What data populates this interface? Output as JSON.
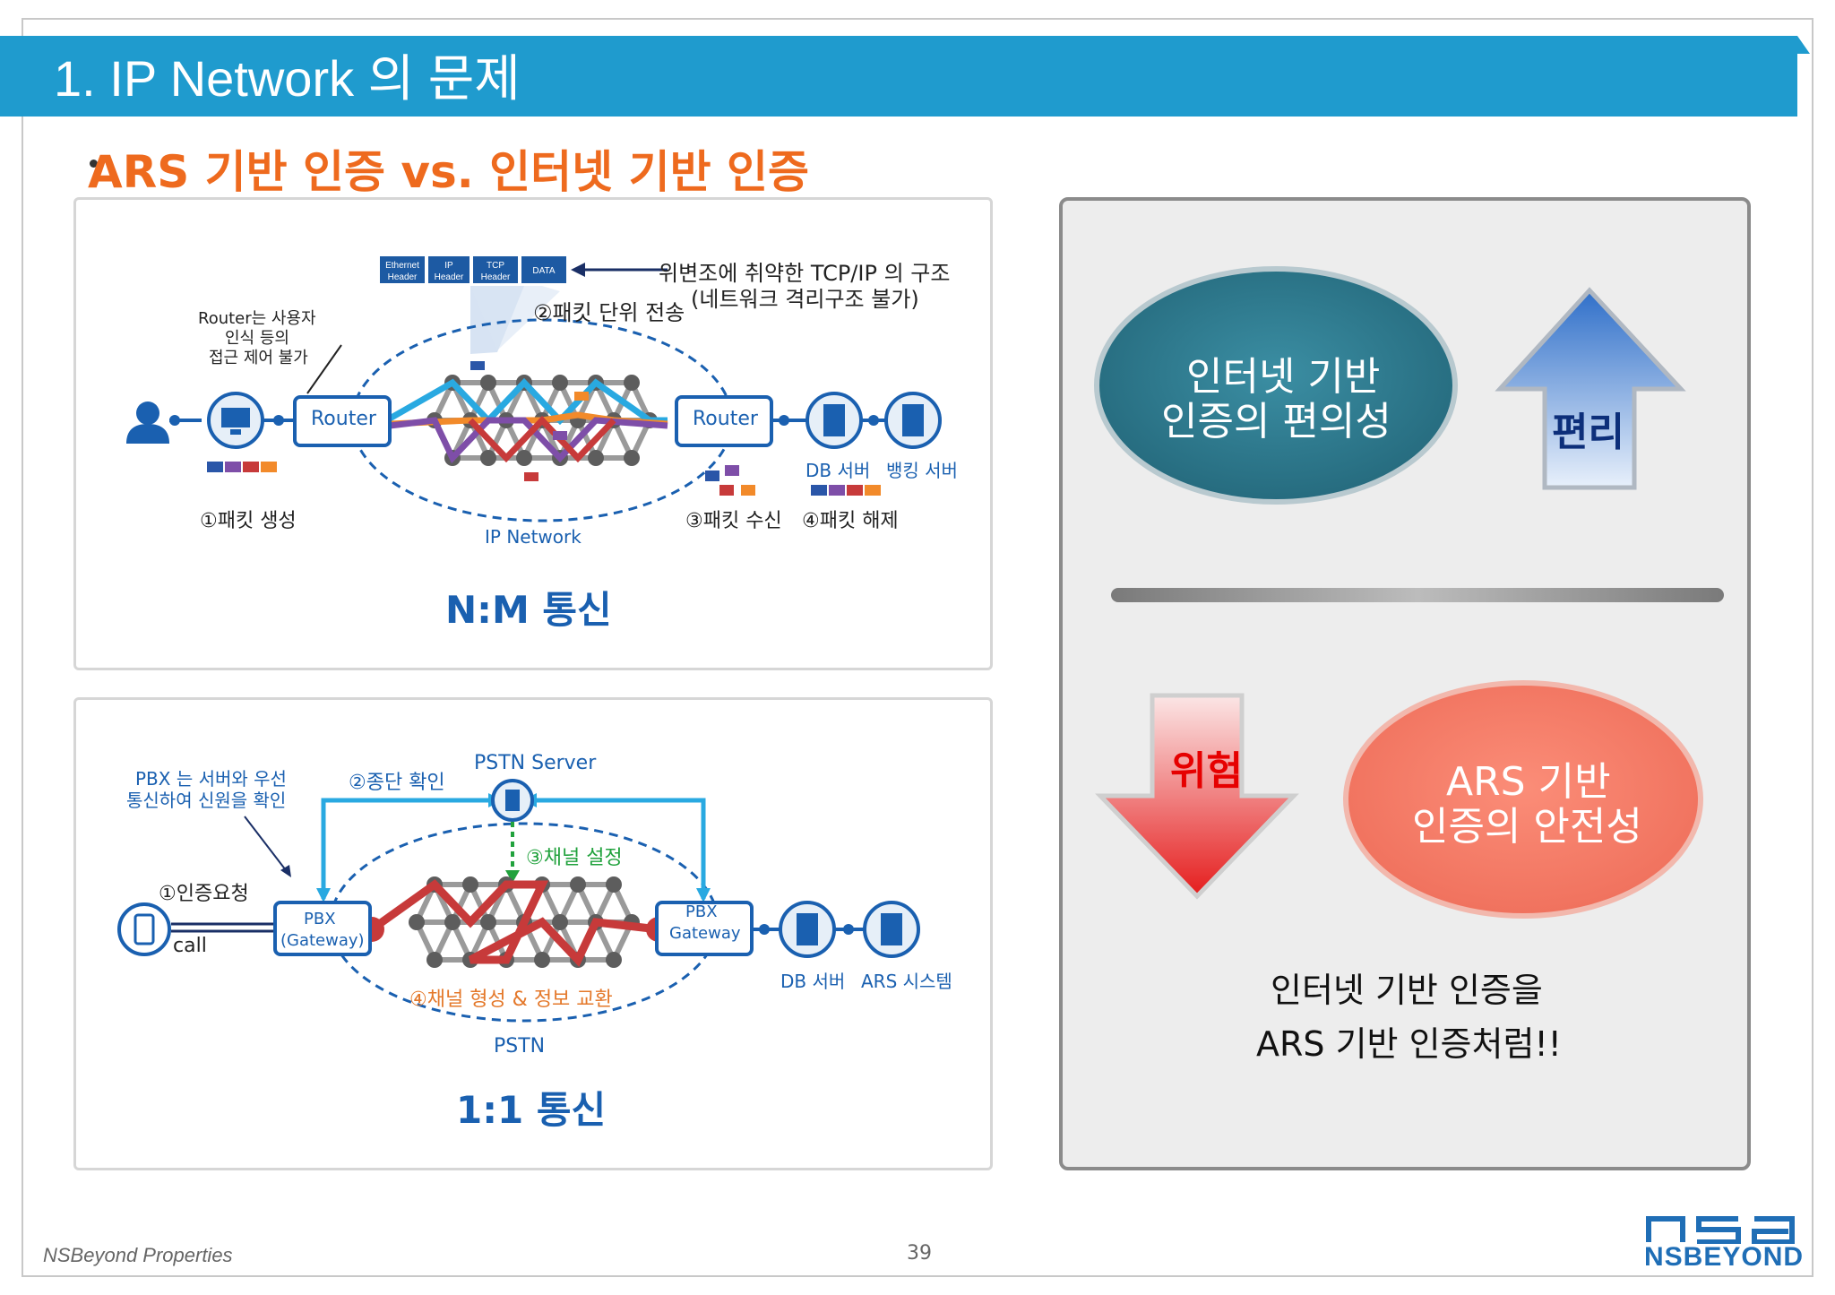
{
  "header": {
    "title": "1. IP Network 의 문제",
    "subtitle": "ARS 기반 인증 vs. 인터넷 기반 인증"
  },
  "top_diagram": {
    "packet_fields": [
      "Ethernet Header",
      "IP Header",
      "TCP Header",
      "DATA"
    ],
    "vuln_label_line1": "위변조에 취약한 TCP/IP 의 구조",
    "vuln_label_line2": "(네트워크 격리구조 불가)",
    "packet_unit_label": "②패킷 단위 전송",
    "router_note_line1": "Router는 사용자",
    "router_note_line2": "인식 등의",
    "router_note_line3": "접근 제어 불가",
    "router_left": "Router",
    "router_right": "Router",
    "db_server": "DB 서버",
    "bank_server": "뱅킹 서버",
    "step1": "①패킷 생성",
    "step3": "③패킷 수신",
    "step4": "④패킷 해제",
    "network_label": "IP Network",
    "caption": "N:M 통신"
  },
  "bottom_diagram": {
    "pbx_note_line1": "PBX 는 서버와 우선",
    "pbx_note_line2": "통신하여 신원을 확인",
    "step2": "②종단 확인",
    "pstn_server": "PSTN Server",
    "step3": "③채널 설정",
    "step1": "①인증요청",
    "call": "call",
    "pbx_left_line1": "PBX",
    "pbx_left_line2": "(Gateway)",
    "pbx_right_line1": "PBX",
    "pbx_right_line2": "Gateway",
    "db_server": "DB 서버",
    "ars_system": "ARS 시스템",
    "step4": "④채널 형성 & 정보 교환",
    "network_label": "PSTN",
    "caption": "1:1 통신"
  },
  "comparison": {
    "internet_line1": "인터넷 기반",
    "internet_line2": "인증의 편의성",
    "convenience": "편리",
    "risk": "위험",
    "ars_line1": "ARS 기반",
    "ars_line2": "인증의 안전성",
    "conclusion_line1": "인터넷 기반 인증을",
    "conclusion_line2": "ARS 기반 인증처럼!!"
  },
  "footer": {
    "company": "NSBeyond Properties",
    "page_number": "39",
    "logo": "NSBEYOND"
  },
  "colors": {
    "title_bar": "#1f9bce",
    "subtitle": "#ee6a1e",
    "diagram_blue": "#1a60b0",
    "teal_ellipse": "#2e7b90",
    "salmon_ellipse": "#f47b66"
  }
}
